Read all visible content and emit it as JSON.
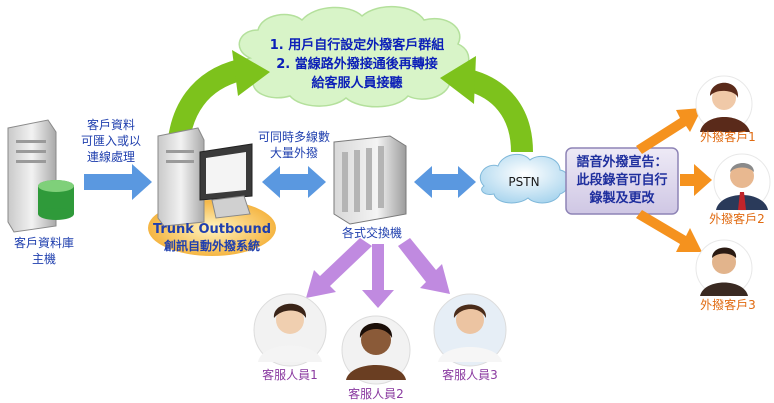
{
  "cloud": {
    "line1": "1. 用戶自行設定外撥客戶群組",
    "line2": "2. 當線路外撥接通後再轉接",
    "line3": "給客服人員接聽"
  },
  "db": {
    "label_line1": "客戶資料庫",
    "label_line2": "主機",
    "import_line1": "客戶資料",
    "import_line2": "可匯入或以",
    "import_line3": "連線處理"
  },
  "trunk": {
    "title": "Trunk Outbound",
    "subtitle": "創訊自動外撥系統",
    "multi_line1": "可同時多線數",
    "multi_line2": "大量外撥"
  },
  "pbx": {
    "label": "各式交換機"
  },
  "pstn": {
    "label": "PSTN"
  },
  "announce": {
    "line1": "語音外撥宣告：",
    "line2": "此段錄音可自行",
    "line3": "錄製及更改"
  },
  "customers": [
    "外撥客戶1",
    "外撥客戶2",
    "外撥客戶3"
  ],
  "agents": [
    "客服人員1",
    "客服人員2",
    "客服人員3"
  ],
  "colors": {
    "green_arrow": "#7dc21c",
    "blue_arrow": "#5a98e0",
    "orange_arrow": "#f5921e",
    "purple_arrow": "#c08ae0",
    "cloud_fill": "#d8f4c8",
    "box_fill": "#e2dcef"
  }
}
